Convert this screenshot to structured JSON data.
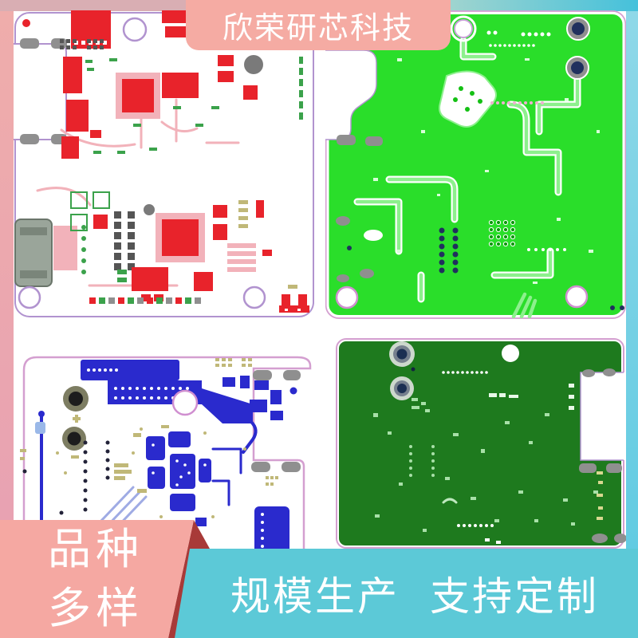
{
  "brand": {
    "name": "欣荣研芯科技"
  },
  "ribbon": {
    "line1": "品种",
    "line2": "多样"
  },
  "slogan": {
    "left": "规模生产",
    "right": "支持定制"
  },
  "colors": {
    "bg_top_strip_pink": "#d9aeb3",
    "bg_left_strip": "#efadab",
    "bg_left_strip_end": "#e8a2b2",
    "bg_top_strip_teal_start": "#9fd4cf",
    "bg_top_strip_teal_end": "#45c1db",
    "bg_right_strip_start": "#8fd8e8",
    "bg_right_strip_end": "#62cbe2",
    "banner_pink": "#f5aba3",
    "ribbon_pink": "#f5a8a2",
    "ribbon_fold": "#a83a38",
    "banner_teal": "#5cc9d7",
    "text_white": "#ffffff",
    "pcb_red": "#e8232b",
    "pcb_red_light": "#f2b2ba",
    "pcb_silk_green": "#3ba24b",
    "pcb_bright_green": "#2ade2a",
    "pcb_trace_green": "#8df08d",
    "pcb_blue": "#2a2acd",
    "pcb_blue_light": "#9fabe4",
    "pcb_dark_green": "#1e7a1e",
    "pcb_speckle_green": "#a8e0a8",
    "outline_purple": "#b193cf",
    "outline_pink": "#d49fd0",
    "pad_gray": "#8f8f8f",
    "via_navy": "#20305e",
    "silk_khaki": "#c0b878"
  }
}
